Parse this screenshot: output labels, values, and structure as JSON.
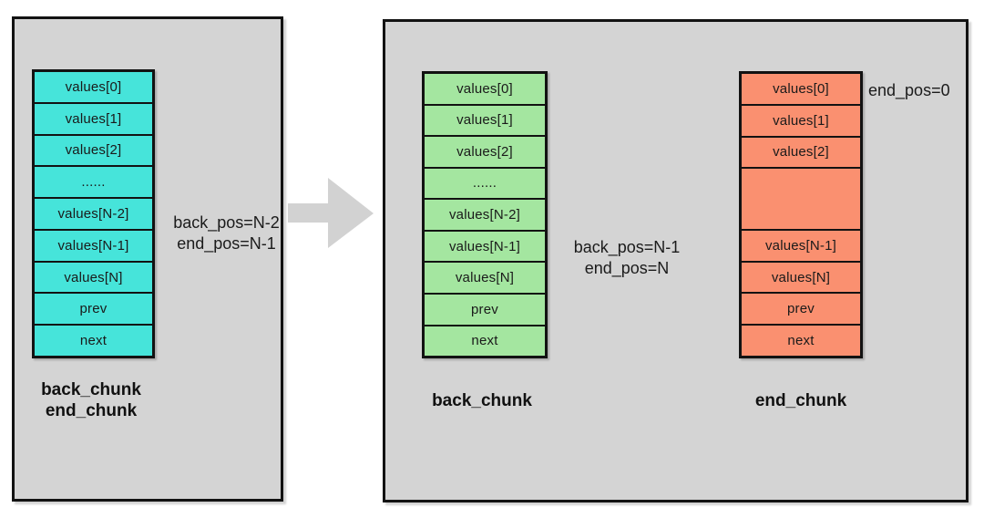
{
  "colors": {
    "panel_bg": "#d4d4d4",
    "panel_border": "#121212",
    "cyan": "#46e4da",
    "green": "#a4e6a0",
    "salmon": "#fa9070",
    "arrow_gray": "#d2d2d2",
    "text": "#1a1a1a"
  },
  "left_panel": {
    "stack": {
      "cells": [
        {
          "label": "values[0]",
          "span": 1
        },
        {
          "label": "values[1]",
          "span": 1
        },
        {
          "label": "values[2]",
          "span": 1
        },
        {
          "label": "......",
          "span": 1
        },
        {
          "label": "values[N-2]",
          "span": 1
        },
        {
          "label": "values[N-1]",
          "span": 1
        },
        {
          "label": "values[N]",
          "span": 1
        },
        {
          "label": "prev",
          "span": 1
        },
        {
          "label": "next",
          "span": 1
        }
      ],
      "label_line1": "back_chunk",
      "label_line2": "end_chunk"
    },
    "annotation_line1": "back_pos=N-2",
    "annotation_line2": "end_pos=N-1"
  },
  "right_panel": {
    "back_stack": {
      "cells": [
        {
          "label": "values[0]",
          "span": 1
        },
        {
          "label": "values[1]",
          "span": 1
        },
        {
          "label": "values[2]",
          "span": 1
        },
        {
          "label": "......",
          "span": 1
        },
        {
          "label": "values[N-2]",
          "span": 1
        },
        {
          "label": "values[N-1]",
          "span": 1
        },
        {
          "label": "values[N]",
          "span": 1
        },
        {
          "label": "prev",
          "span": 1
        },
        {
          "label": "next",
          "span": 1
        }
      ],
      "label": "back_chunk",
      "annotation_line1": "back_pos=N-1",
      "annotation_line2": "end_pos=N"
    },
    "end_stack": {
      "cells": [
        {
          "label": "values[0]",
          "span": 1
        },
        {
          "label": "values[1]",
          "span": 1
        },
        {
          "label": "values[2]",
          "span": 1
        },
        {
          "label": "",
          "span": 2
        },
        {
          "label": "values[N-1]",
          "span": 1
        },
        {
          "label": "values[N]",
          "span": 1
        },
        {
          "label": "prev",
          "span": 1
        },
        {
          "label": "next",
          "span": 1
        }
      ],
      "label": "end_chunk",
      "annotation": "end_pos=0"
    }
  }
}
